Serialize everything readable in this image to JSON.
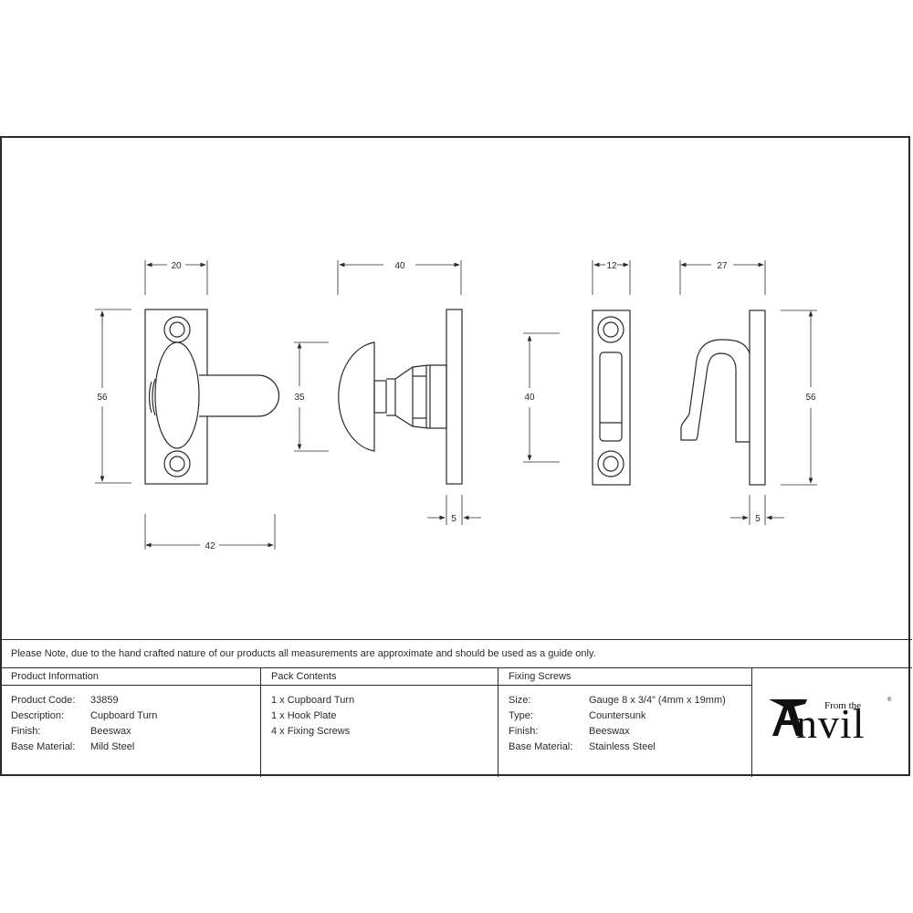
{
  "drawing": {
    "views": [
      {
        "name": "cupboard-turn-front",
        "dimensions": {
          "width": "20",
          "height": "56",
          "overall_width": "42"
        }
      },
      {
        "name": "cupboard-turn-side",
        "dimensions": {
          "depth": "40",
          "knob_height": "35",
          "plate_thickness": "5"
        }
      },
      {
        "name": "hook-plate-front",
        "dimensions": {
          "width": "12",
          "height": "40"
        }
      },
      {
        "name": "hook-plate-side",
        "dimensions": {
          "depth": "27",
          "height": "56",
          "plate_thickness": "5"
        }
      }
    ],
    "labels": {
      "d20": "20",
      "d56a": "56",
      "d42": "42",
      "d40a": "40",
      "d35": "35",
      "d5a": "5",
      "d12": "12",
      "d40b": "40",
      "d27": "27",
      "d56b": "56",
      "d5b": "5"
    }
  },
  "note": "Please Note, due to the hand crafted nature of our products all measurements are approximate and should be used as a guide only.",
  "product_info": {
    "header": "Product Information",
    "rows": [
      {
        "label": "Product Code:",
        "value": "33859"
      },
      {
        "label": "Description:",
        "value": "Cupboard Turn"
      },
      {
        "label": "Finish:",
        "value": "Beeswax"
      },
      {
        "label": "Base Material:",
        "value": "Mild Steel"
      }
    ]
  },
  "pack_contents": {
    "header": "Pack Contents",
    "items": [
      "1 x Cupboard Turn",
      "1 x Hook Plate",
      "4 x Fixing Screws"
    ]
  },
  "fixing_screws": {
    "header": "Fixing Screws",
    "rows": [
      {
        "label": "Size:",
        "value": "Gauge 8 x 3/4” (4mm x 19mm)"
      },
      {
        "label": "Type:",
        "value": "Countersunk"
      },
      {
        "label": "Finish:",
        "value": "Beeswax"
      },
      {
        "label": "Base Material:",
        "value": "Stainless Steel"
      }
    ]
  },
  "logo": {
    "from_text": "From the",
    "word": "nvil",
    "registered": "®"
  }
}
